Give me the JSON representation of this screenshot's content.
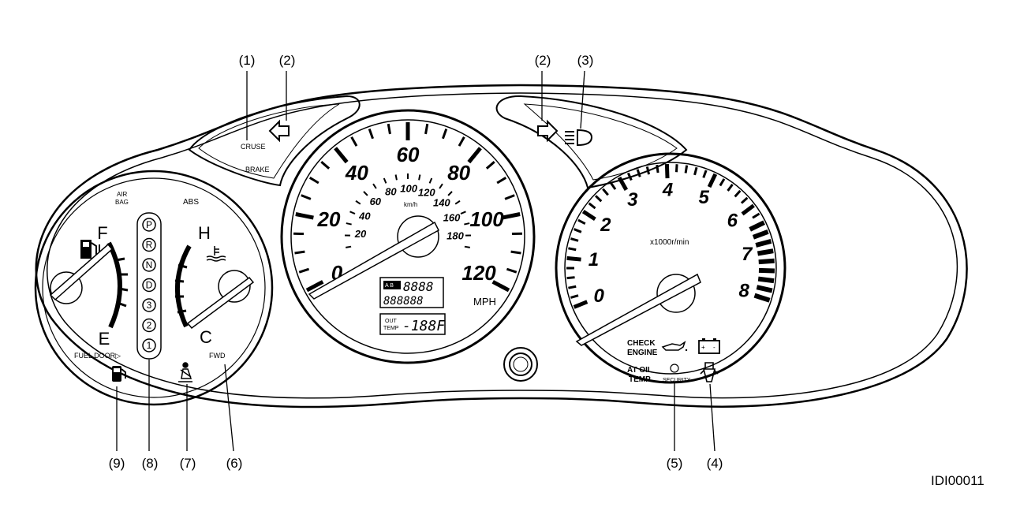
{
  "callouts": {
    "c1": "(1)",
    "c2a": "(2)",
    "c2b": "(2)",
    "c3": "(3)",
    "c4": "(4)",
    "c5": "(5)",
    "c6": "(6)",
    "c7": "(7)",
    "c8": "(8)",
    "c9": "(9)"
  },
  "left_panel": {
    "cruise": "CRUSE",
    "brake": "BRAKE"
  },
  "speedometer": {
    "mph_labels": [
      "0",
      "20",
      "40",
      "60",
      "80",
      "100",
      "120"
    ],
    "kmh_labels": [
      "20",
      "40",
      "60",
      "80",
      "100",
      "120",
      "140",
      "160",
      "180"
    ],
    "kmh_unit": "km/h",
    "mph_unit": "MPH",
    "trip_label": "A B",
    "trip_value": "8888",
    "odo_value": "888888",
    "out_label": "OUT",
    "temp_label": "TEMP",
    "temp_value": "-188F"
  },
  "tachometer": {
    "labels": [
      "0",
      "1",
      "2",
      "3",
      "4",
      "5",
      "6",
      "7",
      "8"
    ],
    "unit": "x1000r/min",
    "check_engine_1": "CHECK",
    "check_engine_2": "ENGINE",
    "at_oil_1": "AT OIL",
    "at_oil_2": "TEMP",
    "security": "SECURITY"
  },
  "left_gauges": {
    "airbag_1": "AIR",
    "airbag_2": "BAG",
    "abs": "ABS",
    "fuel_full": "F",
    "fuel_empty": "E",
    "temp_hot": "H",
    "temp_cold": "C",
    "fuel_door": "FUEL DOOR▷",
    "fwd": "FWD",
    "gears": [
      "P",
      "R",
      "N",
      "D",
      "3",
      "2",
      "1"
    ]
  },
  "figure_id": "IDI00011",
  "icons": [
    "turn-left-arrow-icon",
    "turn-right-arrow-icon",
    "high-beam-icon",
    "fuel-pump-icon",
    "coolant-temp-icon",
    "oil-can-icon",
    "battery-icon",
    "seatbelt-icon",
    "door-open-icon"
  ]
}
